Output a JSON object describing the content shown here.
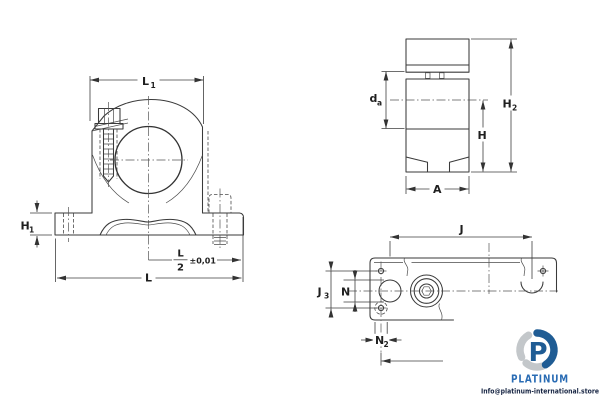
{
  "drawing": {
    "type": "technical-drawing",
    "subject": "plummer block bearing housing, three orthographic views",
    "line_color": "#3a3a3a"
  },
  "front_view": {
    "dim_l1": {
      "base": "L",
      "sub": "1"
    },
    "dim_h1": {
      "base": "H",
      "sub": "1"
    },
    "dim_l_half": {
      "numerator": "L",
      "denominator": "2",
      "tolerance": "±0,01"
    },
    "dim_l": "L"
  },
  "side_view": {
    "dim_da": {
      "base": "d",
      "sub": "a"
    },
    "dim_h2": {
      "base": "H",
      "sub": "2"
    },
    "dim_h": "H",
    "dim_a": "A"
  },
  "top_view": {
    "dim_j": "J",
    "dim_j3": {
      "base": "J",
      "sub": "3"
    },
    "dim_n": "N",
    "dim_n2": {
      "base": "N",
      "sub": "2"
    }
  },
  "watermark": {
    "brand": "PLATINUM",
    "contact": "Info@platinum-international.store",
    "icon_letter": "P",
    "brand_color": "#2a6cb4",
    "icon_blue": "#1f5c94",
    "swoosh_gray": "#c3c7ca",
    "contact_color": "#182644"
  }
}
